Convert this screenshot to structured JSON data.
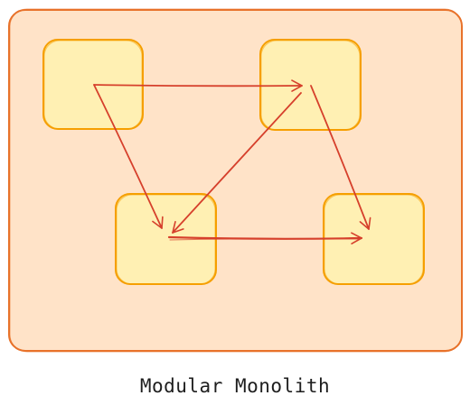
{
  "diagram": {
    "caption": "Modular Monolith",
    "colors": {
      "container_fill": "#ffe3c8",
      "container_stroke": "#e8722a",
      "module_fill": "#fff0b3",
      "module_stroke": "#f59f00",
      "arrow": "#d6402c",
      "text": "#1e1e1e"
    },
    "modules": [
      {
        "id": "module-top-left"
      },
      {
        "id": "module-top-right"
      },
      {
        "id": "module-bottom-left"
      },
      {
        "id": "module-bottom-right"
      }
    ],
    "connections": [
      {
        "from": "module-top-left",
        "to": "module-top-right"
      },
      {
        "from": "module-top-left",
        "to": "module-bottom-left"
      },
      {
        "from": "module-top-right",
        "to": "module-bottom-left"
      },
      {
        "from": "module-top-right",
        "to": "module-bottom-right"
      },
      {
        "from": "module-bottom-left",
        "to": "module-bottom-right"
      }
    ]
  }
}
